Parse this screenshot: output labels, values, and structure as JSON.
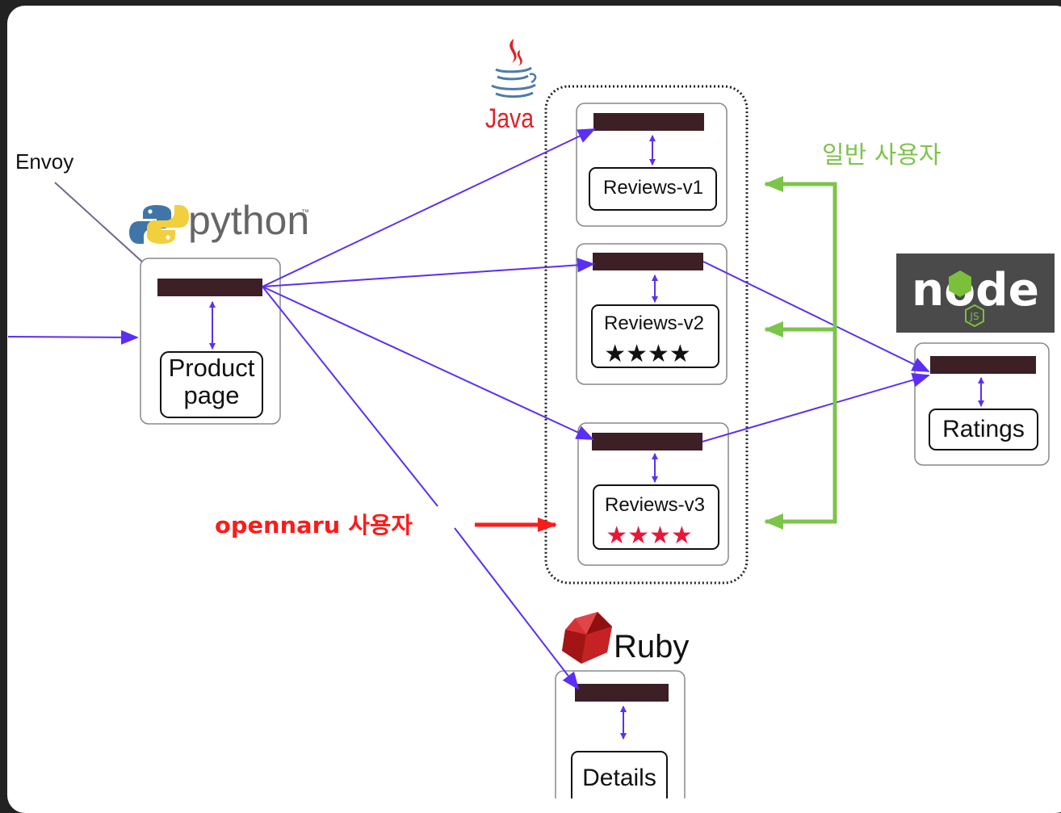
{
  "labels": {
    "envoy": "Envoy",
    "python_logo": "python",
    "python_tm": "™",
    "java_logo": "Java",
    "ruby_logo": "Ruby",
    "node_logo": "node",
    "node_js": "JS",
    "general_users": "일반 사용자",
    "opennaru_users": "opennaru 사용자"
  },
  "services": {
    "productpage": {
      "line1": "Product",
      "line2": "page"
    },
    "reviews_v1": {
      "label": "Reviews-v1"
    },
    "reviews_v2": {
      "label": "Reviews-v2",
      "stars": "★★★★",
      "star_color": "#111111"
    },
    "reviews_v3": {
      "label": "Reviews-v3",
      "stars": "★★★★",
      "star_color": "#e8173a"
    },
    "ratings": {
      "label": "Ratings"
    },
    "details": {
      "label": "Details"
    }
  },
  "colors": {
    "arrow": "#5b2ff5",
    "sidecar": "#3d1f26",
    "general_users": "#7dc44a",
    "opennaru_users": "#ff1a1a",
    "java_red": "#e12028",
    "java_blue": "#4f7ba8",
    "ruby_red": "#b21a1a",
    "node_bg": "#4a4a4a",
    "node_green": "#7bbf3a",
    "envoy_line": "#6b6b8a"
  }
}
